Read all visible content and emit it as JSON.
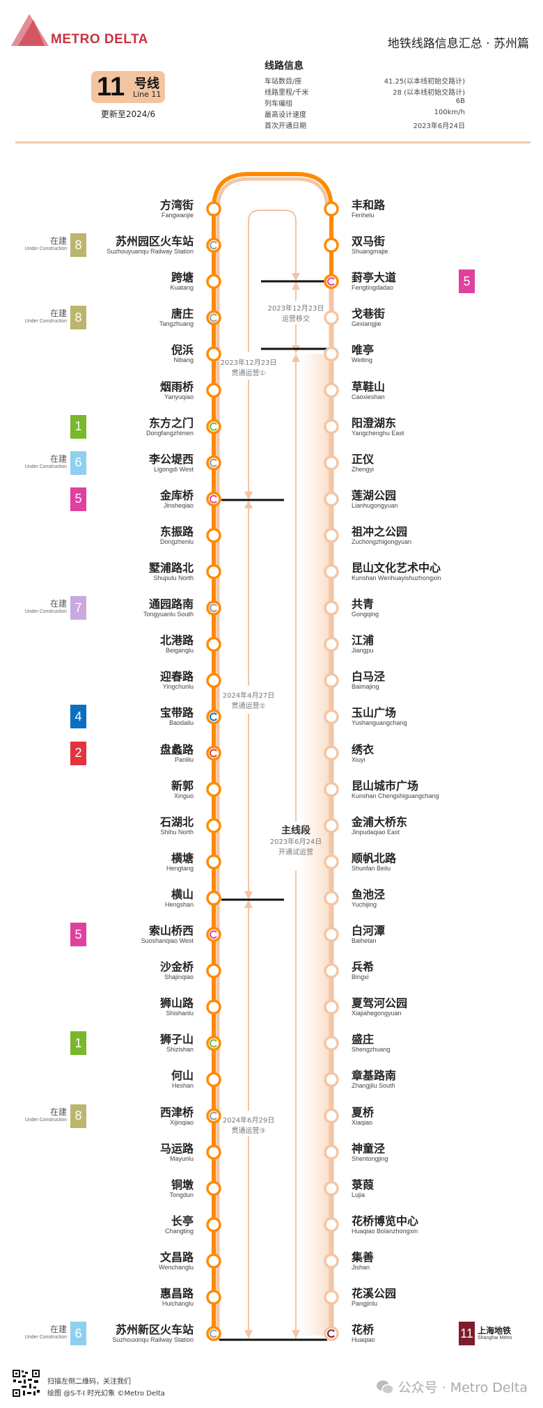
{
  "header": {
    "logo_text": "METRO DELTA",
    "title": "地铁线路信息汇总 · 苏州篇"
  },
  "line": {
    "number": "11",
    "name_cn": "号线",
    "name_en": "Line 11",
    "updated": "更新至2024/6",
    "color": "#ff8a00",
    "pale_color": "#f3c5a4"
  },
  "info": {
    "title": "线路信息",
    "rows": [
      {
        "label": "车站数目/座",
        "value": "41.25(以本线初始交路计)"
      },
      {
        "label": "线路里程/千米",
        "value": "28 (以本线初始交路计)"
      },
      {
        "label": "列车编组",
        "value": "6B"
      },
      {
        "label": "最高设计速度",
        "value": "100km/h"
      },
      {
        "label": "首次开通日期",
        "value": "2023年6月24日"
      }
    ]
  },
  "under_construction": {
    "cn": "在建",
    "en": "Under Construction"
  },
  "stations": {
    "left": [
      {
        "cn": "方湾街",
        "en": "Fangwanjie"
      },
      {
        "cn": "苏州园区火车站",
        "en": "Suzhouyuanqu Railway Station",
        "transfer": {
          "line": "8",
          "color": "#bcb56e",
          "uc": true
        }
      },
      {
        "cn": "跨塘",
        "en": "Kuatang"
      },
      {
        "cn": "唐庄",
        "en": "Tangzhuang",
        "transfer": {
          "line": "8",
          "color": "#bcb56e",
          "uc": true
        }
      },
      {
        "cn": "倪浜",
        "en": "Nibang"
      },
      {
        "cn": "烟雨桥",
        "en": "Yanyuqiao"
      },
      {
        "cn": "东方之门",
        "en": "Dongfangzhimen",
        "transfer": {
          "line": "1",
          "color": "#78b82a"
        }
      },
      {
        "cn": "李公堤西",
        "en": "Ligongdi West",
        "transfer": {
          "line": "6",
          "color": "#8dd0ef",
          "uc": true
        }
      },
      {
        "cn": "金库桥",
        "en": "Jinsheqiao",
        "transfer": {
          "line": "5",
          "color": "#e0409f"
        }
      },
      {
        "cn": "东振路",
        "en": "Dongzhenlu"
      },
      {
        "cn": "墅浦路北",
        "en": "Shupulu North"
      },
      {
        "cn": "通园路南",
        "en": "Tongyuanlu South",
        "transfer": {
          "line": "7",
          "color": "#c8a9df",
          "uc": true
        }
      },
      {
        "cn": "北港路",
        "en": "Beiganglu"
      },
      {
        "cn": "迎春路",
        "en": "Yingchunlu"
      },
      {
        "cn": "宝带路",
        "en": "Baodailu",
        "transfer": {
          "line": "4",
          "color": "#0b6fc4"
        }
      },
      {
        "cn": "盘蠡路",
        "en": "Panlilu",
        "transfer": {
          "line": "2",
          "color": "#e5323f"
        }
      },
      {
        "cn": "新郭",
        "en": "Xinguo"
      },
      {
        "cn": "石湖北",
        "en": "Shihu North"
      },
      {
        "cn": "横塘",
        "en": "Hengtang"
      },
      {
        "cn": "横山",
        "en": "Hengshan"
      },
      {
        "cn": "索山桥西",
        "en": "Suoshanqiao West",
        "transfer": {
          "line": "5",
          "color": "#e0409f"
        }
      },
      {
        "cn": "沙金桥",
        "en": "Shajinqiao"
      },
      {
        "cn": "狮山路",
        "en": "Shishanlu"
      },
      {
        "cn": "狮子山",
        "en": "Shizishan",
        "transfer": {
          "line": "1",
          "color": "#78b82a"
        }
      },
      {
        "cn": "何山",
        "en": "Heshan"
      },
      {
        "cn": "西津桥",
        "en": "Xijinqiao",
        "transfer": {
          "line": "8",
          "color": "#bcb56e",
          "uc": true
        }
      },
      {
        "cn": "马运路",
        "en": "Mayunlu"
      },
      {
        "cn": "铜墩",
        "en": "Tongdun"
      },
      {
        "cn": "长亭",
        "en": "Changting"
      },
      {
        "cn": "文昌路",
        "en": "Wenchanglu"
      },
      {
        "cn": "惠昌路",
        "en": "Huichanglu"
      },
      {
        "cn": "苏州新区火车站",
        "en": "Suzhouxinqu Railway Station",
        "transfer": {
          "line": "6",
          "color": "#8dd0ef",
          "uc": true
        }
      }
    ],
    "right": [
      {
        "cn": "丰和路",
        "en": "Fenhelu"
      },
      {
        "cn": "双马街",
        "en": "Shuangmajie"
      },
      {
        "cn": "葑亭大道",
        "en": "Fengtingdadao",
        "transfer": {
          "line": "5",
          "color": "#e0409f"
        }
      },
      {
        "cn": "戈巷街",
        "en": "Gexiangjie"
      },
      {
        "cn": "唯亭",
        "en": "Weiting"
      },
      {
        "cn": "草鞋山",
        "en": "Caoxieshan"
      },
      {
        "cn": "阳澄湖东",
        "en": "Yangchenghu East"
      },
      {
        "cn": "正仪",
        "en": "Zhengyi"
      },
      {
        "cn": "莲湖公园",
        "en": "Lianhugongyuan"
      },
      {
        "cn": "祖冲之公园",
        "en": "Zuchongzhigongyuan"
      },
      {
        "cn": "昆山文化艺术中心",
        "en": "Kunshan Wenhuayishuzhongxin"
      },
      {
        "cn": "共青",
        "en": "Gongqing"
      },
      {
        "cn": "江浦",
        "en": "Jiangpu"
      },
      {
        "cn": "白马泾",
        "en": "Baimajing"
      },
      {
        "cn": "玉山广场",
        "en": "Yushanguangchang"
      },
      {
        "cn": "绣衣",
        "en": "Xiuyi"
      },
      {
        "cn": "昆山城市广场",
        "en": "Kunshan Chengshiguangchang"
      },
      {
        "cn": "金浦大桥东",
        "en": "Jinpudaqiao East"
      },
      {
        "cn": "顺帆北路",
        "en": "Shunfan Beilu"
      },
      {
        "cn": "鱼池泾",
        "en": "Yuchijing"
      },
      {
        "cn": "白河潭",
        "en": "Baihetan"
      },
      {
        "cn": "兵希",
        "en": "Bingxi"
      },
      {
        "cn": "夏驾河公园",
        "en": "Xiajiahegongyuan"
      },
      {
        "cn": "盛庄",
        "en": "Shengzhuang"
      },
      {
        "cn": "章基路南",
        "en": "Zhangjilu South"
      },
      {
        "cn": "夏桥",
        "en": "Xiaqiao"
      },
      {
        "cn": "神童泾",
        "en": "Shentongjing"
      },
      {
        "cn": "菉葭",
        "en": "Lujia"
      },
      {
        "cn": "花桥博览中心",
        "en": "Huaqiao Bolanzhongxin"
      },
      {
        "cn": "集善",
        "en": "Jishan"
      },
      {
        "cn": "花溪公园",
        "en": "Pangjinlu"
      },
      {
        "cn": "花桥",
        "en": "Huaqiao",
        "transfer": {
          "line": "11",
          "color": "#7d1c2b",
          "operator_cn": "上海地铁",
          "operator_en": "Shanghai Metro"
        }
      }
    ]
  },
  "notes": {
    "handover": {
      "date": "2023年12月23日",
      "text": "运营移交"
    },
    "through1": {
      "date": "2023年12月23日",
      "text": "贯通运营①"
    },
    "through2": {
      "date": "2024年4月27日",
      "text": "贯通运营②"
    },
    "main": {
      "title": "主线段",
      "date": "2023年6月24日",
      "text": "开通试运营"
    },
    "through3": {
      "date": "2024年6月29日",
      "text": "贯通运营③"
    }
  },
  "footer": {
    "scan": "扫描左侧二维码，关注我们",
    "credit": "绘图 @S-T-I 时光幻象 ©Metro Delta",
    "wechat": "公众号 · Metro Delta"
  }
}
